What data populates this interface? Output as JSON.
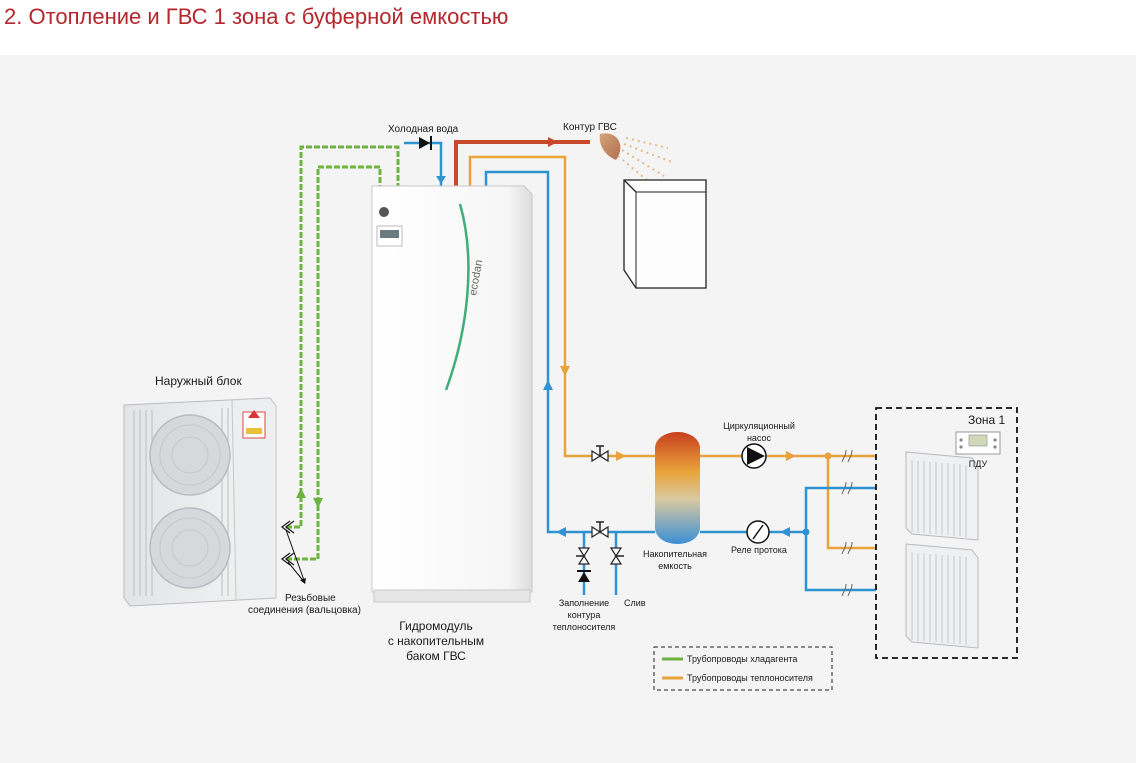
{
  "title": "2. Отопление и ГВС 1 зона с буферной емкостью",
  "labels": {
    "cold_water": "Холодная вода",
    "dhw_circuit": "Контур ГВС",
    "outdoor_unit": "Наружный блок",
    "threaded_1": "Резьбовые",
    "threaded_2": "соединения (вальцовка)",
    "hydro_1": "Гидромодуль",
    "hydro_2": "с накопительным",
    "hydro_3": "баком ГВС",
    "pump_1": "Циркуляционный",
    "pump_2": "насос",
    "tank_1": "Накопительная",
    "tank_2": "емкость",
    "flow_relay": "Реле протока",
    "fill_1": "Заполнение",
    "fill_2": "контура",
    "fill_3": "теплоносителя",
    "drain": "Слив",
    "zone": "Зона 1",
    "remote": "ПДУ",
    "brand": "ecodan"
  },
  "legend": [
    {
      "label": "Трубопроводы хладагента",
      "color": "#6cb33f"
    },
    {
      "label": "Трубопроводы теплоносителя",
      "color": "#e8a33a"
    }
  ],
  "colors": {
    "title": "#b5262d",
    "refrigerant": "#6cb33f",
    "heating_supply": "#e8a33a",
    "return_water": "#2e94d1",
    "hot_water": "#c8492b"
  }
}
